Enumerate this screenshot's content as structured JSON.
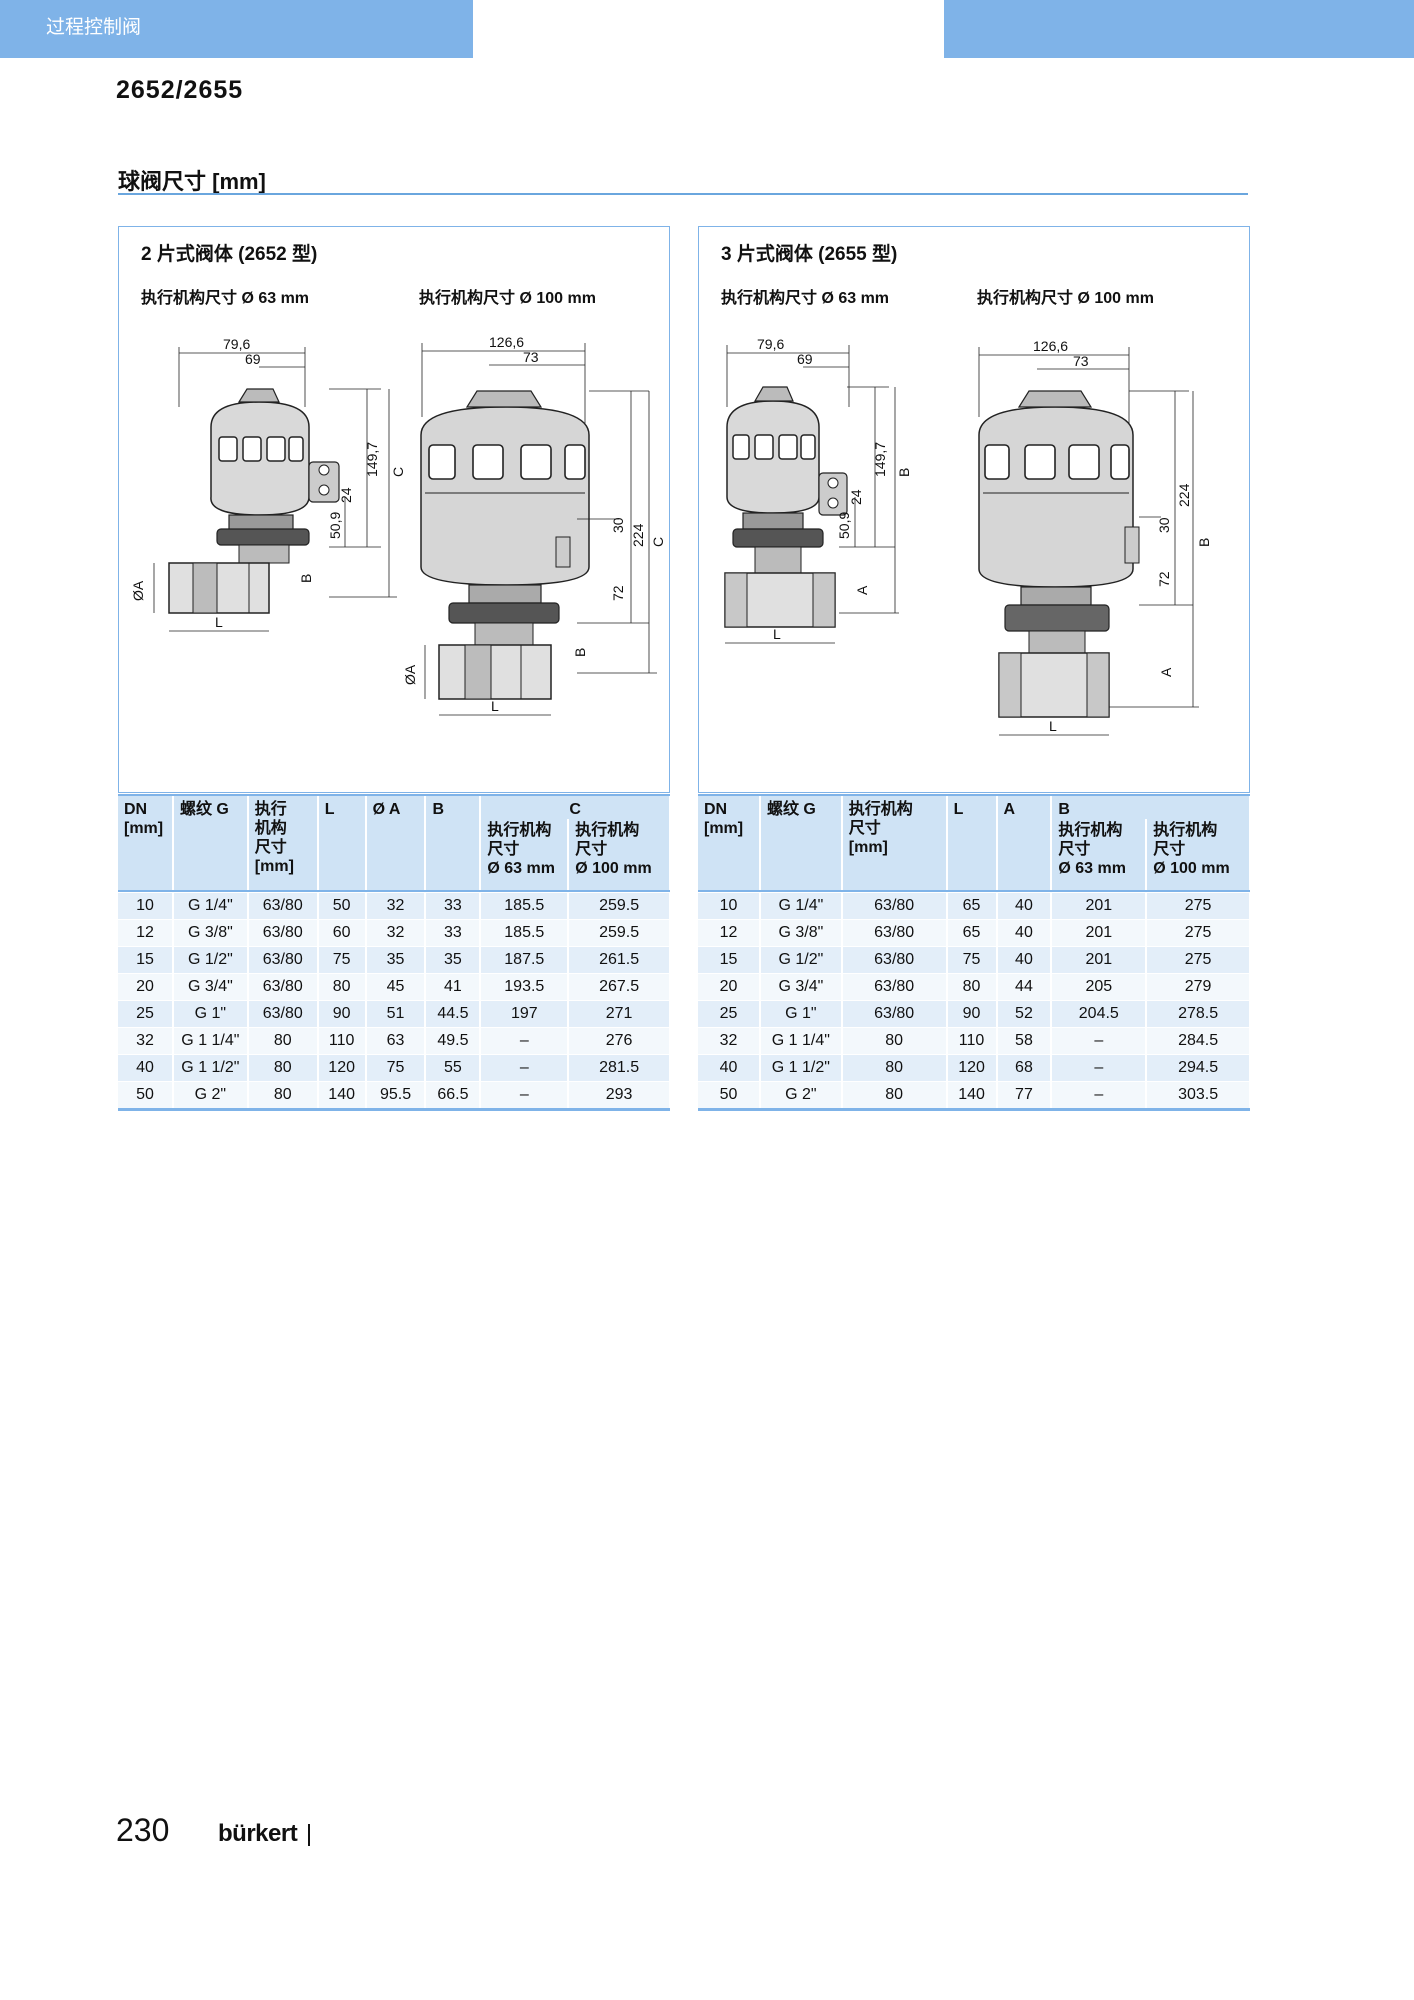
{
  "header": {
    "category": "过程控制阀"
  },
  "model": "2652/2655",
  "section_title": "球阀尺寸 [mm]",
  "panel_left": {
    "title": "2 片式阀体 (2652 型)",
    "sub_left": "执行机构尺寸 Ø 63 mm",
    "sub_right": "执行机构尺寸 Ø 100 mm",
    "dims_small": {
      "w1": "79,6",
      "w2": "69",
      "h1": "149,7",
      "h2": "50,9",
      "h3": "24",
      "c": "C",
      "b": "B",
      "a": "ØA",
      "l": "L"
    },
    "dims_large": {
      "w1": "126,6",
      "w2": "73",
      "h1": "224",
      "h2": "72",
      "h3": "30",
      "c": "C",
      "b": "B",
      "a": "ØA",
      "l": "L"
    }
  },
  "panel_right": {
    "title": "3 片式阀体 (2655 型)",
    "sub_left": "执行机构尺寸 Ø 63 mm",
    "sub_right": "执行机构尺寸 Ø 100 mm",
    "dims_small": {
      "w1": "79,6",
      "w2": "69",
      "h1": "149,7",
      "h2": "50,9",
      "h3": "24",
      "b": "B",
      "a": "A",
      "l": "L"
    },
    "dims_large": {
      "w1": "126,6",
      "w2": "73",
      "h1": "224",
      "h2": "72",
      "h3": "30",
      "b": "B",
      "a": "A",
      "l": "L"
    }
  },
  "table_left": {
    "headers": {
      "dn": "DN",
      "dn_unit": "[mm]",
      "thread": "螺纹 G",
      "act1": "执行",
      "act2": "机构",
      "act3": "尺寸",
      "act4": "[mm]",
      "l": "L",
      "a": "Ø A",
      "b": "B",
      "c": "C",
      "c_sub1_l1": "执行机构",
      "c_sub1_l2": "尺寸",
      "c_sub1_l3": "Ø 63 mm",
      "c_sub2_l1": "执行机构",
      "c_sub2_l2": "尺寸",
      "c_sub2_l3": "Ø 100 mm"
    },
    "rows": [
      {
        "dn": "10",
        "g": "G 1/4\"",
        "act": "63/80",
        "l": "50",
        "a": "32",
        "b": "33",
        "c63": "185.5",
        "c100": "259.5"
      },
      {
        "dn": "12",
        "g": "G 3/8\"",
        "act": "63/80",
        "l": "60",
        "a": "32",
        "b": "33",
        "c63": "185.5",
        "c100": "259.5"
      },
      {
        "dn": "15",
        "g": "G 1/2\"",
        "act": "63/80",
        "l": "75",
        "a": "35",
        "b": "35",
        "c63": "187.5",
        "c100": "261.5"
      },
      {
        "dn": "20",
        "g": "G 3/4\"",
        "act": "63/80",
        "l": "80",
        "a": "45",
        "b": "41",
        "c63": "193.5",
        "c100": "267.5"
      },
      {
        "dn": "25",
        "g": "G 1\"",
        "act": "63/80",
        "l": "90",
        "a": "51",
        "b": "44.5",
        "c63": "197",
        "c100": "271"
      },
      {
        "dn": "32",
        "g": "G 1 1/4\"",
        "act": "80",
        "l": "110",
        "a": "63",
        "b": "49.5",
        "c63": "–",
        "c100": "276"
      },
      {
        "dn": "40",
        "g": "G 1 1/2\"",
        "act": "80",
        "l": "120",
        "a": "75",
        "b": "55",
        "c63": "–",
        "c100": "281.5"
      },
      {
        "dn": "50",
        "g": "G 2\"",
        "act": "80",
        "l": "140",
        "a": "95.5",
        "b": "66.5",
        "c63": "–",
        "c100": "293"
      }
    ]
  },
  "table_right": {
    "headers": {
      "dn": "DN",
      "dn_unit": "[mm]",
      "thread": "螺纹 G",
      "act1": "执行机构",
      "act2": "尺寸",
      "act3": "[mm]",
      "l": "L",
      "a": "A",
      "b": "B",
      "b_sub1_l1": "执行机构",
      "b_sub1_l2": "尺寸",
      "b_sub1_l3": "Ø 63 mm",
      "b_sub2_l1": "执行机构",
      "b_sub2_l2": "尺寸",
      "b_sub2_l3": "Ø 100 mm"
    },
    "rows": [
      {
        "dn": "10",
        "g": "G 1/4\"",
        "act": "63/80",
        "l": "65",
        "a": "40",
        "b63": "201",
        "b100": "275"
      },
      {
        "dn": "12",
        "g": "G 3/8\"",
        "act": "63/80",
        "l": "65",
        "a": "40",
        "b63": "201",
        "b100": "275"
      },
      {
        "dn": "15",
        "g": "G 1/2\"",
        "act": "63/80",
        "l": "75",
        "a": "40",
        "b63": "201",
        "b100": "275"
      },
      {
        "dn": "20",
        "g": "G 3/4\"",
        "act": "63/80",
        "l": "80",
        "a": "44",
        "b63": "205",
        "b100": "279"
      },
      {
        "dn": "25",
        "g": "G 1\"",
        "act": "63/80",
        "l": "90",
        "a": "52",
        "b63": "204.5",
        "b100": "278.5"
      },
      {
        "dn": "32",
        "g": "G 1 1/4\"",
        "act": "80",
        "l": "110",
        "a": "58",
        "b63": "–",
        "b100": "284.5"
      },
      {
        "dn": "40",
        "g": "G 1 1/2\"",
        "act": "80",
        "l": "120",
        "a": "68",
        "b63": "–",
        "b100": "294.5"
      },
      {
        "dn": "50",
        "g": "G 2\"",
        "act": "80",
        "l": "140",
        "a": "77",
        "b63": "–",
        "b100": "303.5"
      }
    ]
  },
  "footer": {
    "page": "230",
    "brand": "bürkert"
  }
}
